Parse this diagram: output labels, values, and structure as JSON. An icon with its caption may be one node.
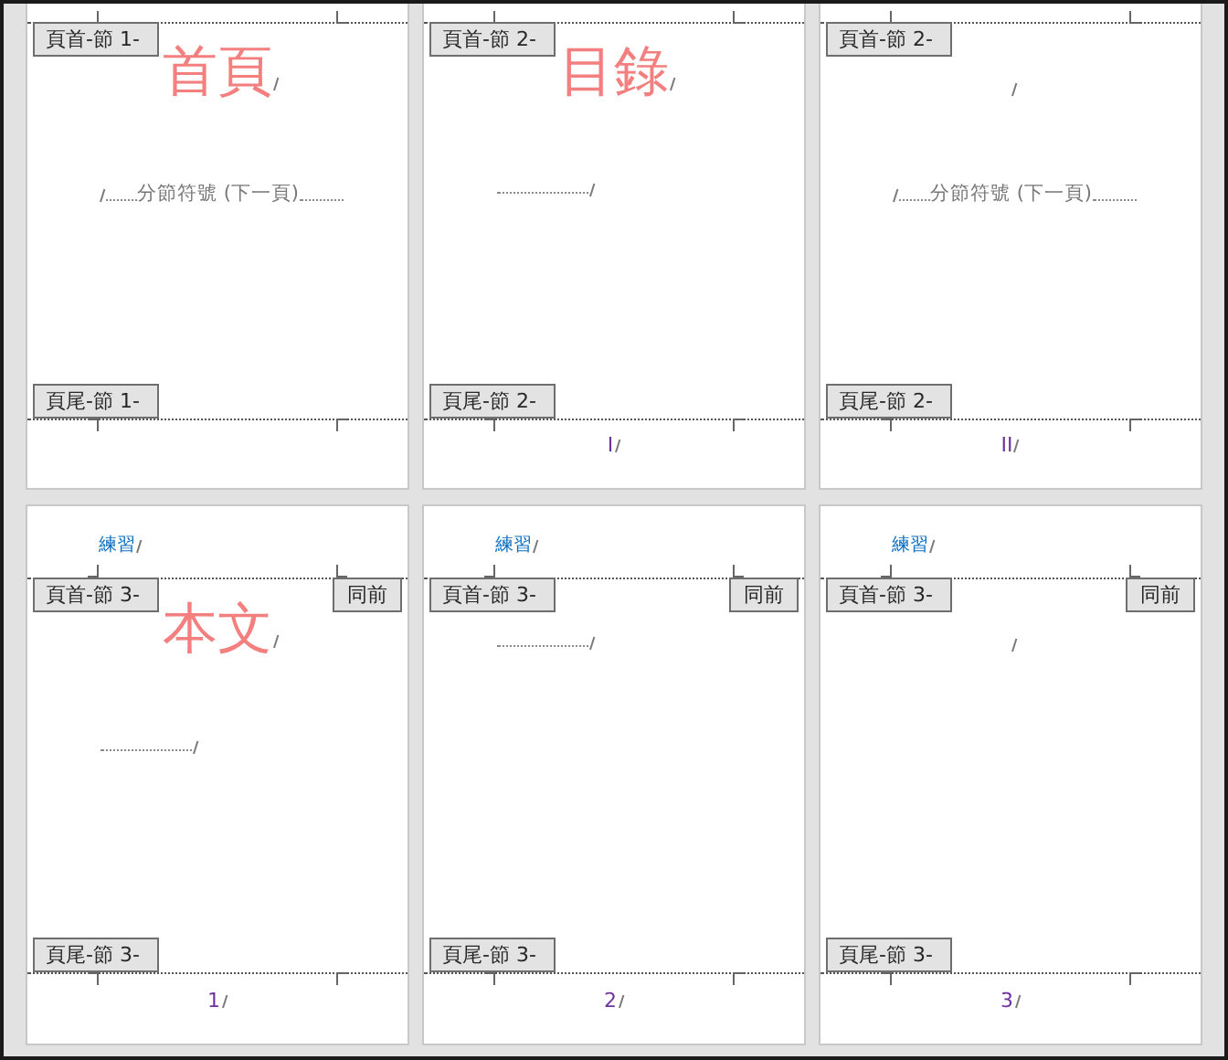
{
  "diagram": {
    "nodes": [
      {
        "text": [
          "首頁",
          "分節符號 (下一頁)"
        ]
      },
      {
        "text": [
          "頁首-節 1-"
        ],
        "in": 0
      },
      {
        "text": [
          "頁尾-節 1-"
        ],
        "in": 0
      },
      {
        "text": [
          "目錄",
          "I"
        ]
      },
      {
        "text": [
          "頁首-節 2-"
        ],
        "in": 3
      },
      {
        "text": [
          "頁尾-節 2-"
        ],
        "in": 3
      },
      {
        "text": [
          "分節符號 (下一頁)",
          "II"
        ]
      },
      {
        "text": [
          "頁首-節 2-"
        ],
        "in": 6
      },
      {
        "text": [
          "頁尾-節 2-"
        ],
        "in": 6
      },
      {
        "text": [
          "練習",
          "本文",
          "1"
        ]
      },
      {
        "text": [
          "頁首-節 3-"
        ],
        "in": 9
      },
      {
        "text": [
          "同前"
        ],
        "in": 9
      },
      {
        "text": [
          "頁尾-節 3-"
        ],
        "in": 9
      },
      {
        "text": [
          "練習",
          "2"
        ]
      },
      {
        "text": [
          "頁首-節 3-"
        ],
        "in": 13
      },
      {
        "text": [
          "同前"
        ],
        "in": 13
      },
      {
        "text": [
          "頁尾-節 3-"
        ],
        "in": 13
      },
      {
        "text": [
          "練習",
          "3"
        ]
      },
      {
        "text": [
          "頁首-節 3-"
        ],
        "in": 17
      },
      {
        "text": [
          "同前"
        ],
        "in": 17
      },
      {
        "text": [
          "頁尾-節 3-"
        ],
        "in": 17
      }
    ]
  }
}
